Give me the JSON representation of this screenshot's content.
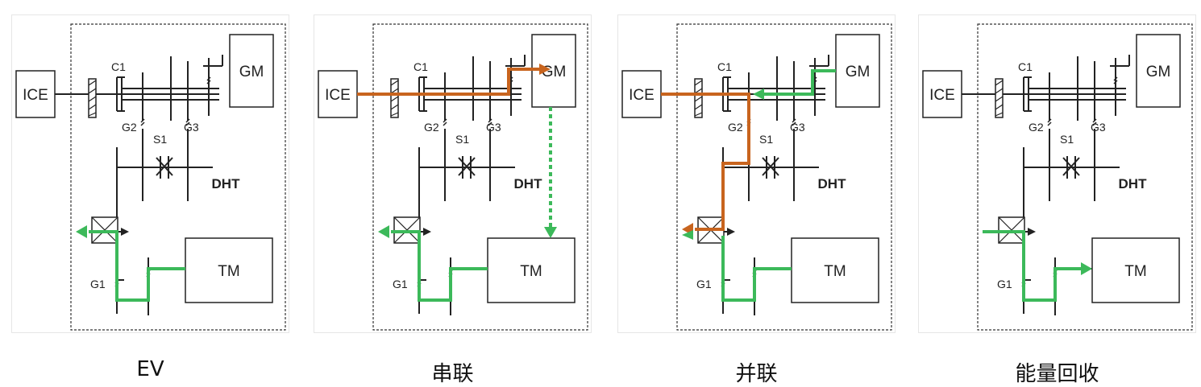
{
  "labels": {
    "ice": "ICE",
    "gm": "GM",
    "tm": "TM",
    "dht": "DHT",
    "c1": "C1",
    "g1": "G1",
    "g2": "G2",
    "g3": "G3",
    "s1": "S1"
  },
  "panels": [
    {
      "caption": "EV"
    },
    {
      "caption": "串联"
    },
    {
      "caption": "并联"
    },
    {
      "caption": "能量回收"
    }
  ],
  "colors": {
    "engine_path": "#c8641e",
    "electric_path": "#3cb95a",
    "mechanism": "#222222"
  }
}
